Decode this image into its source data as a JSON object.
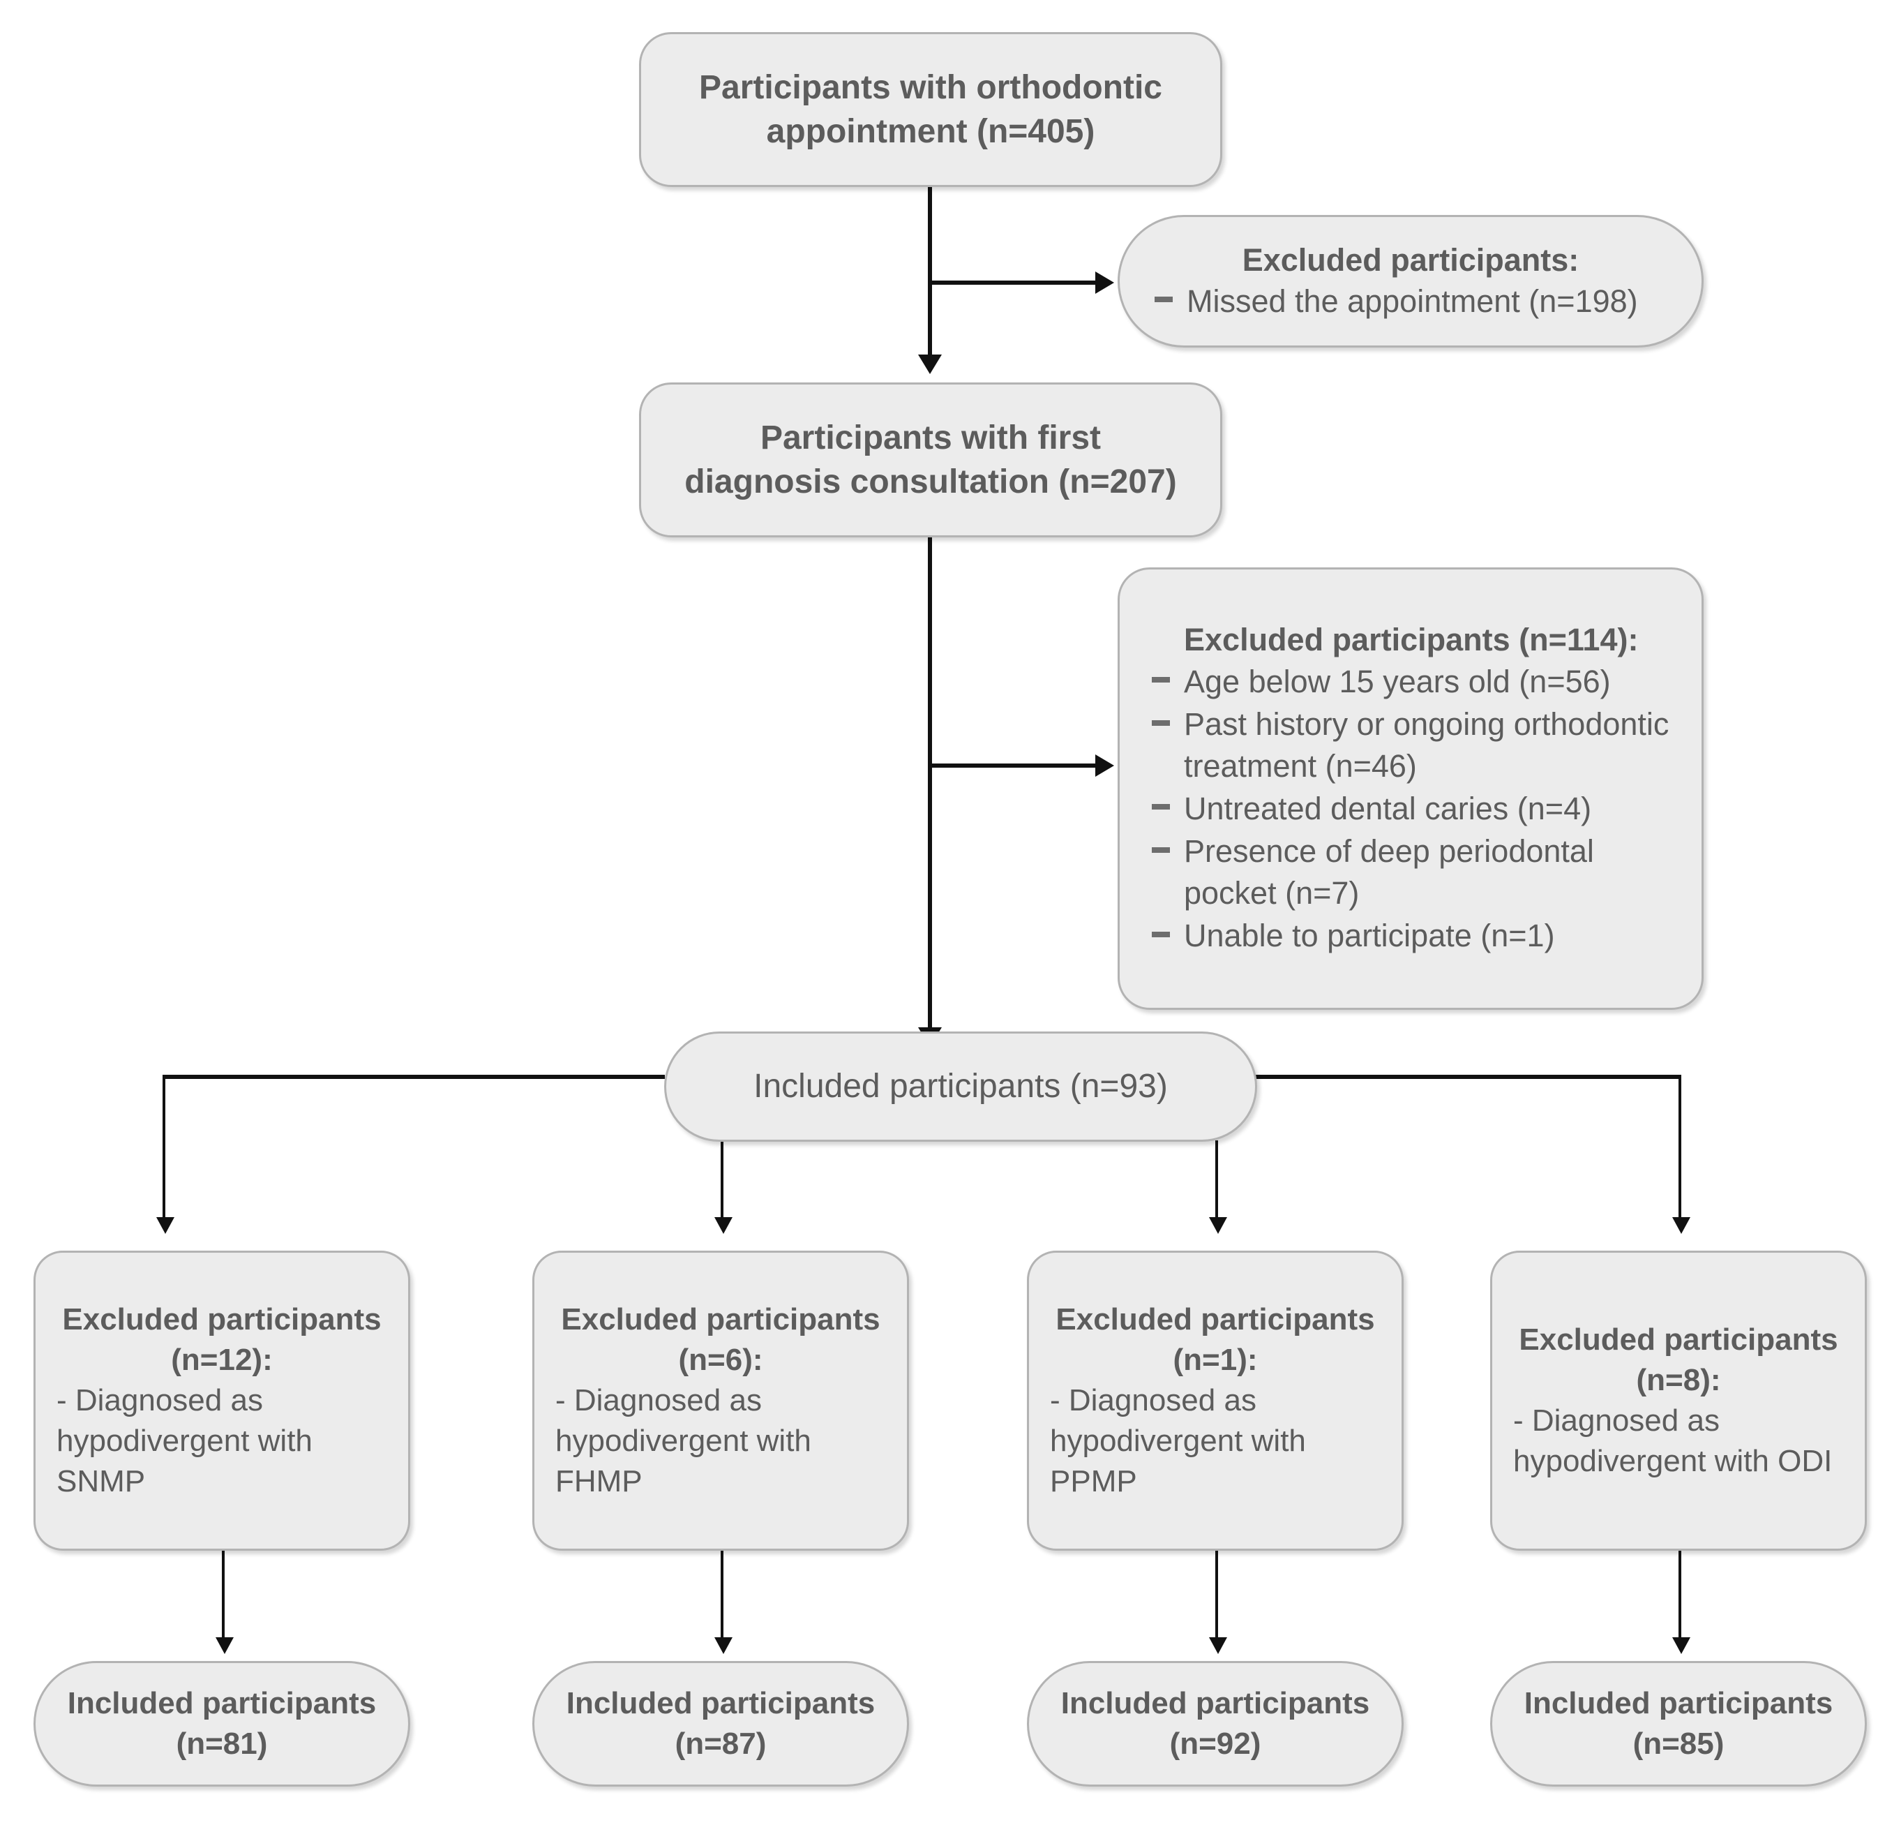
{
  "flow": {
    "nodes": {
      "enrolled": {
        "name": "participants-orthodontic-appointment",
        "text": "Participants with orthodontic appointment (n=405)",
        "count": 405
      },
      "excluded_missed": {
        "name": "excluded-missed-appointment",
        "title": "Excluded participants:",
        "items": [
          {
            "label": "Missed the appointment (n=198)",
            "count": 198
          }
        ]
      },
      "consulted": {
        "name": "participants-first-diagnosis-consultation",
        "text": "Participants with first diagnosis consultation (n=207)",
        "count": 207
      },
      "excluded_criteria": {
        "name": "excluded-eligibility-criteria",
        "title": "Excluded participants (n=114):",
        "count": 114,
        "items": [
          {
            "label": "Age below 15 years old (n=56)",
            "count": 56
          },
          {
            "label": "Past history or ongoing orthodontic treatment (n=46)",
            "count": 46
          },
          {
            "label": "Untreated dental caries (n=4)",
            "count": 4
          },
          {
            "label": "Presence of deep periodontal pocket (n=7)",
            "count": 7
          },
          {
            "label": "Unable to participate (n=1)",
            "count": 1
          }
        ]
      },
      "included": {
        "name": "included-participants-total",
        "text": "Included participants (n=93)",
        "count": 93
      }
    },
    "branches": [
      {
        "key": "snmp",
        "excluded_title": "Excluded participants (n=12):",
        "excluded_count": 12,
        "excluded_detail": "- Diagnosed as hypodivergent with SNMP",
        "measure": "SNMP",
        "included_text": "Included participants (n=81)",
        "included_count": 81
      },
      {
        "key": "fhmp",
        "excluded_title": "Excluded participants (n=6):",
        "excluded_count": 6,
        "excluded_detail": "- Diagnosed as hypodivergent with FHMP",
        "measure": "FHMP",
        "included_text": "Included participants (n=87)",
        "included_count": 87
      },
      {
        "key": "ppmp",
        "excluded_title": "Excluded participants (n=1):",
        "excluded_count": 1,
        "excluded_detail": "- Diagnosed as hypodivergent with PPMP",
        "measure": "PPMP",
        "included_text": "Included participants (n=92)",
        "included_count": 92
      },
      {
        "key": "odi",
        "excluded_title": "Excluded participants (n=8):",
        "excluded_count": 8,
        "excluded_detail": "- Diagnosed as hypodivergent with ODI",
        "measure": "ODI",
        "included_text": "Included participants (n=85)",
        "included_count": 85
      }
    ],
    "colors": {
      "node_fill": "#ececec",
      "node_border": "#b3b3b3",
      "node_text": "#5c5c5c",
      "connector": "#111111",
      "background": "#ffffff"
    }
  }
}
